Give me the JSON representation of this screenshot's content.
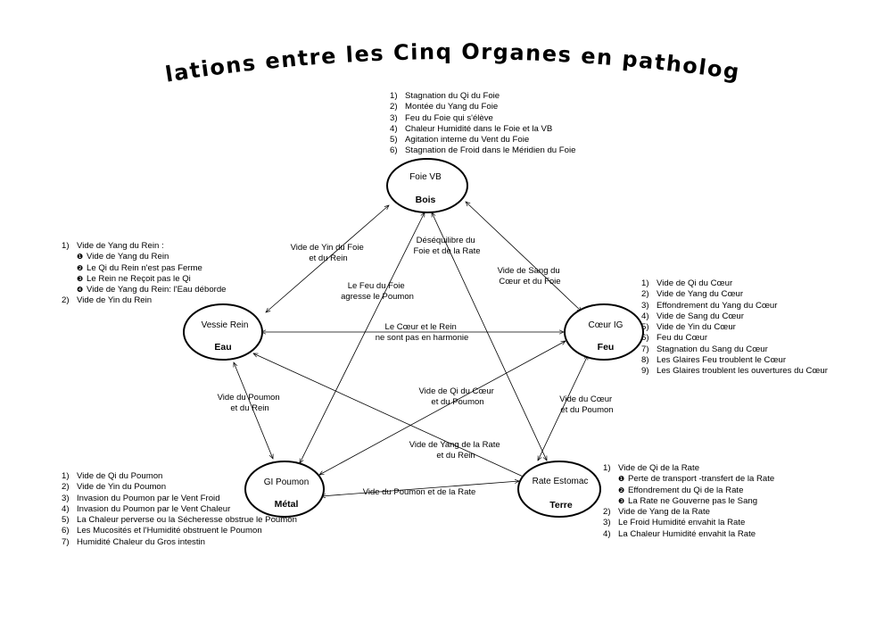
{
  "title": "Relations entre les Cinq Organes en pathologie",
  "nodes": {
    "bois": {
      "name": "Foie VB",
      "element": "Bois"
    },
    "eau": {
      "name": "Vessie Rein",
      "element": "Eau"
    },
    "feu": {
      "name": "Cœur IG",
      "element": "Feu"
    },
    "metal": {
      "name": "GI Poumon",
      "element": "Métal"
    },
    "terre": {
      "name": "Rate Estomac",
      "element": "Terre"
    }
  },
  "edges": {
    "bois_eau": [
      "Vide de Yin du Foie",
      "et du Rein"
    ],
    "bois_feu": [
      "Vide de Sang du",
      "Cœur et du Foie"
    ],
    "bois_terre": [
      "Déséquilibre du",
      "Foie et de la Rate"
    ],
    "bois_metal": [
      "Le Feu du Foie",
      "agresse le Poumon"
    ],
    "eau_feu": [
      "Le Cœur et le Rein",
      "ne sont pas en harmonie"
    ],
    "eau_metal": [
      "Vide du Poumon",
      "et du Rein"
    ],
    "eau_terre": [
      "Vide de Yang de la Rate",
      "et du Rein"
    ],
    "feu_metal": [
      "Vide de Qi du Cœur",
      "et du Poumon"
    ],
    "feu_terre": [
      "Vide du Cœur",
      "et du Poumon"
    ],
    "metal_terre": [
      "Vide du Poumon et de la Rate"
    ]
  },
  "lists": {
    "bois": [
      {
        "n": "1)",
        "t": "Stagnation du Qi du Foie"
      },
      {
        "n": "2)",
        "t": "Montée du Yang du Foie"
      },
      {
        "n": "3)",
        "t": "Feu du Foie qui s'élève"
      },
      {
        "n": "4)",
        "t": "Chaleur Humidité dans le Foie et la VB"
      },
      {
        "n": "5)",
        "t": "Agitation interne du Vent du Foie"
      },
      {
        "n": "6)",
        "t": "Stagnation de Froid dans le Méridien du Foie"
      }
    ],
    "eau": [
      {
        "n": "1)",
        "t": "Vide de Yang du Rein :"
      },
      {
        "b": "❶",
        "t": "Vide de Yang du Rein"
      },
      {
        "b": "❷",
        "t": "Le Qi du Rein n'est pas Ferme"
      },
      {
        "b": "❸",
        "t": "Le Rein ne Reçoit pas le Qi"
      },
      {
        "b": "❹",
        "t": "Vide de Yang du Rein: l'Eau déborde"
      },
      {
        "n": "2)",
        "t": "Vide de Yin du Rein"
      }
    ],
    "feu": [
      {
        "n": "1)",
        "t": "Vide de Qi du Cœur"
      },
      {
        "n": "2)",
        "t": "Vide de Yang du Cœur"
      },
      {
        "n": "3)",
        "t": "Effondrement du Yang du Cœur"
      },
      {
        "n": "4)",
        "t": "Vide de Sang du Cœur"
      },
      {
        "n": "5)",
        "t": "Vide de Yin du Cœur"
      },
      {
        "n": "6)",
        "t": "Feu du Cœur"
      },
      {
        "n": "7)",
        "t": "Stagnation du Sang du Cœur"
      },
      {
        "n": "8)",
        "t": "Les Glaires Feu troublent le Cœur"
      },
      {
        "n": "9)",
        "t": "Les Glaires troublent les ouvertures du Cœur"
      }
    ],
    "metal": [
      {
        "n": "1)",
        "t": "Vide de Qi du Poumon"
      },
      {
        "n": "2)",
        "t": "Vide de Yin du Poumon"
      },
      {
        "n": "3)",
        "t": "Invasion du Poumon par le Vent Froid"
      },
      {
        "n": "4)",
        "t": "Invasion du Poumon par le Vent Chaleur"
      },
      {
        "n": "5)",
        "t": "La Chaleur perverse ou la Sécheresse obstrue le Poumon"
      },
      {
        "n": "6)",
        "t": "Les Mucosités et l'Humidité obstruent le Poumon"
      },
      {
        "n": "7)",
        "t": "Humidité Chaleur du Gros intestin"
      }
    ],
    "terre": [
      {
        "n": "1)",
        "t": "Vide de Qi de la Rate"
      },
      {
        "b": "❶",
        "t": "Perte de  transport -transfert de la Rate"
      },
      {
        "b": "❷",
        "t": "Effondrement du Qi de la Rate"
      },
      {
        "b": "❸",
        "t": "La Rate ne Gouverne pas le Sang"
      },
      {
        "n": "2)",
        "t": "Vide de Yang de la Rate"
      },
      {
        "n": "3)",
        "t": "Le Froid Humidité envahit la Rate"
      },
      {
        "n": "4)",
        "t": "La Chaleur Humidité envahit la Rate"
      }
    ]
  }
}
